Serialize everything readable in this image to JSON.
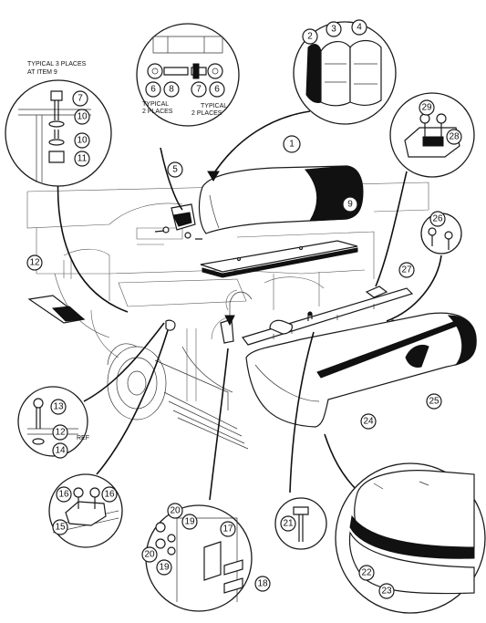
{
  "notes": {
    "typical_item9_line1": "TYPICAL 3 PLACES",
    "typical_item9_line2": "AT ITEM 9",
    "typical_left_line1": "TYPICAL",
    "typical_left_line2": "2 PLACES",
    "typical_right_line1": "TYPICAL",
    "typical_right_line2": "2 PLACES",
    "ref": "REF"
  },
  "item_numbers": {
    "i1": "1",
    "i2": "2",
    "i3": "3",
    "i4": "4",
    "i5": "5",
    "i6a": "6",
    "i6b": "6",
    "i7a": "7",
    "i7b": "7",
    "i8": "8",
    "i9": "9",
    "i10a": "10",
    "i10b": "10",
    "i11": "11",
    "i12a": "12",
    "i12b": "12",
    "i13": "13",
    "i14": "14",
    "i15": "15",
    "i16a": "16",
    "i16b": "16",
    "i17": "17",
    "i18": "18",
    "i19a": "19",
    "i19b": "19",
    "i20a": "20",
    "i20b": "20",
    "i21": "21",
    "i22": "22",
    "i23": "23",
    "i24": "24",
    "i25": "25",
    "i26": "26",
    "i27": "27",
    "i28": "28",
    "i29": "29"
  }
}
